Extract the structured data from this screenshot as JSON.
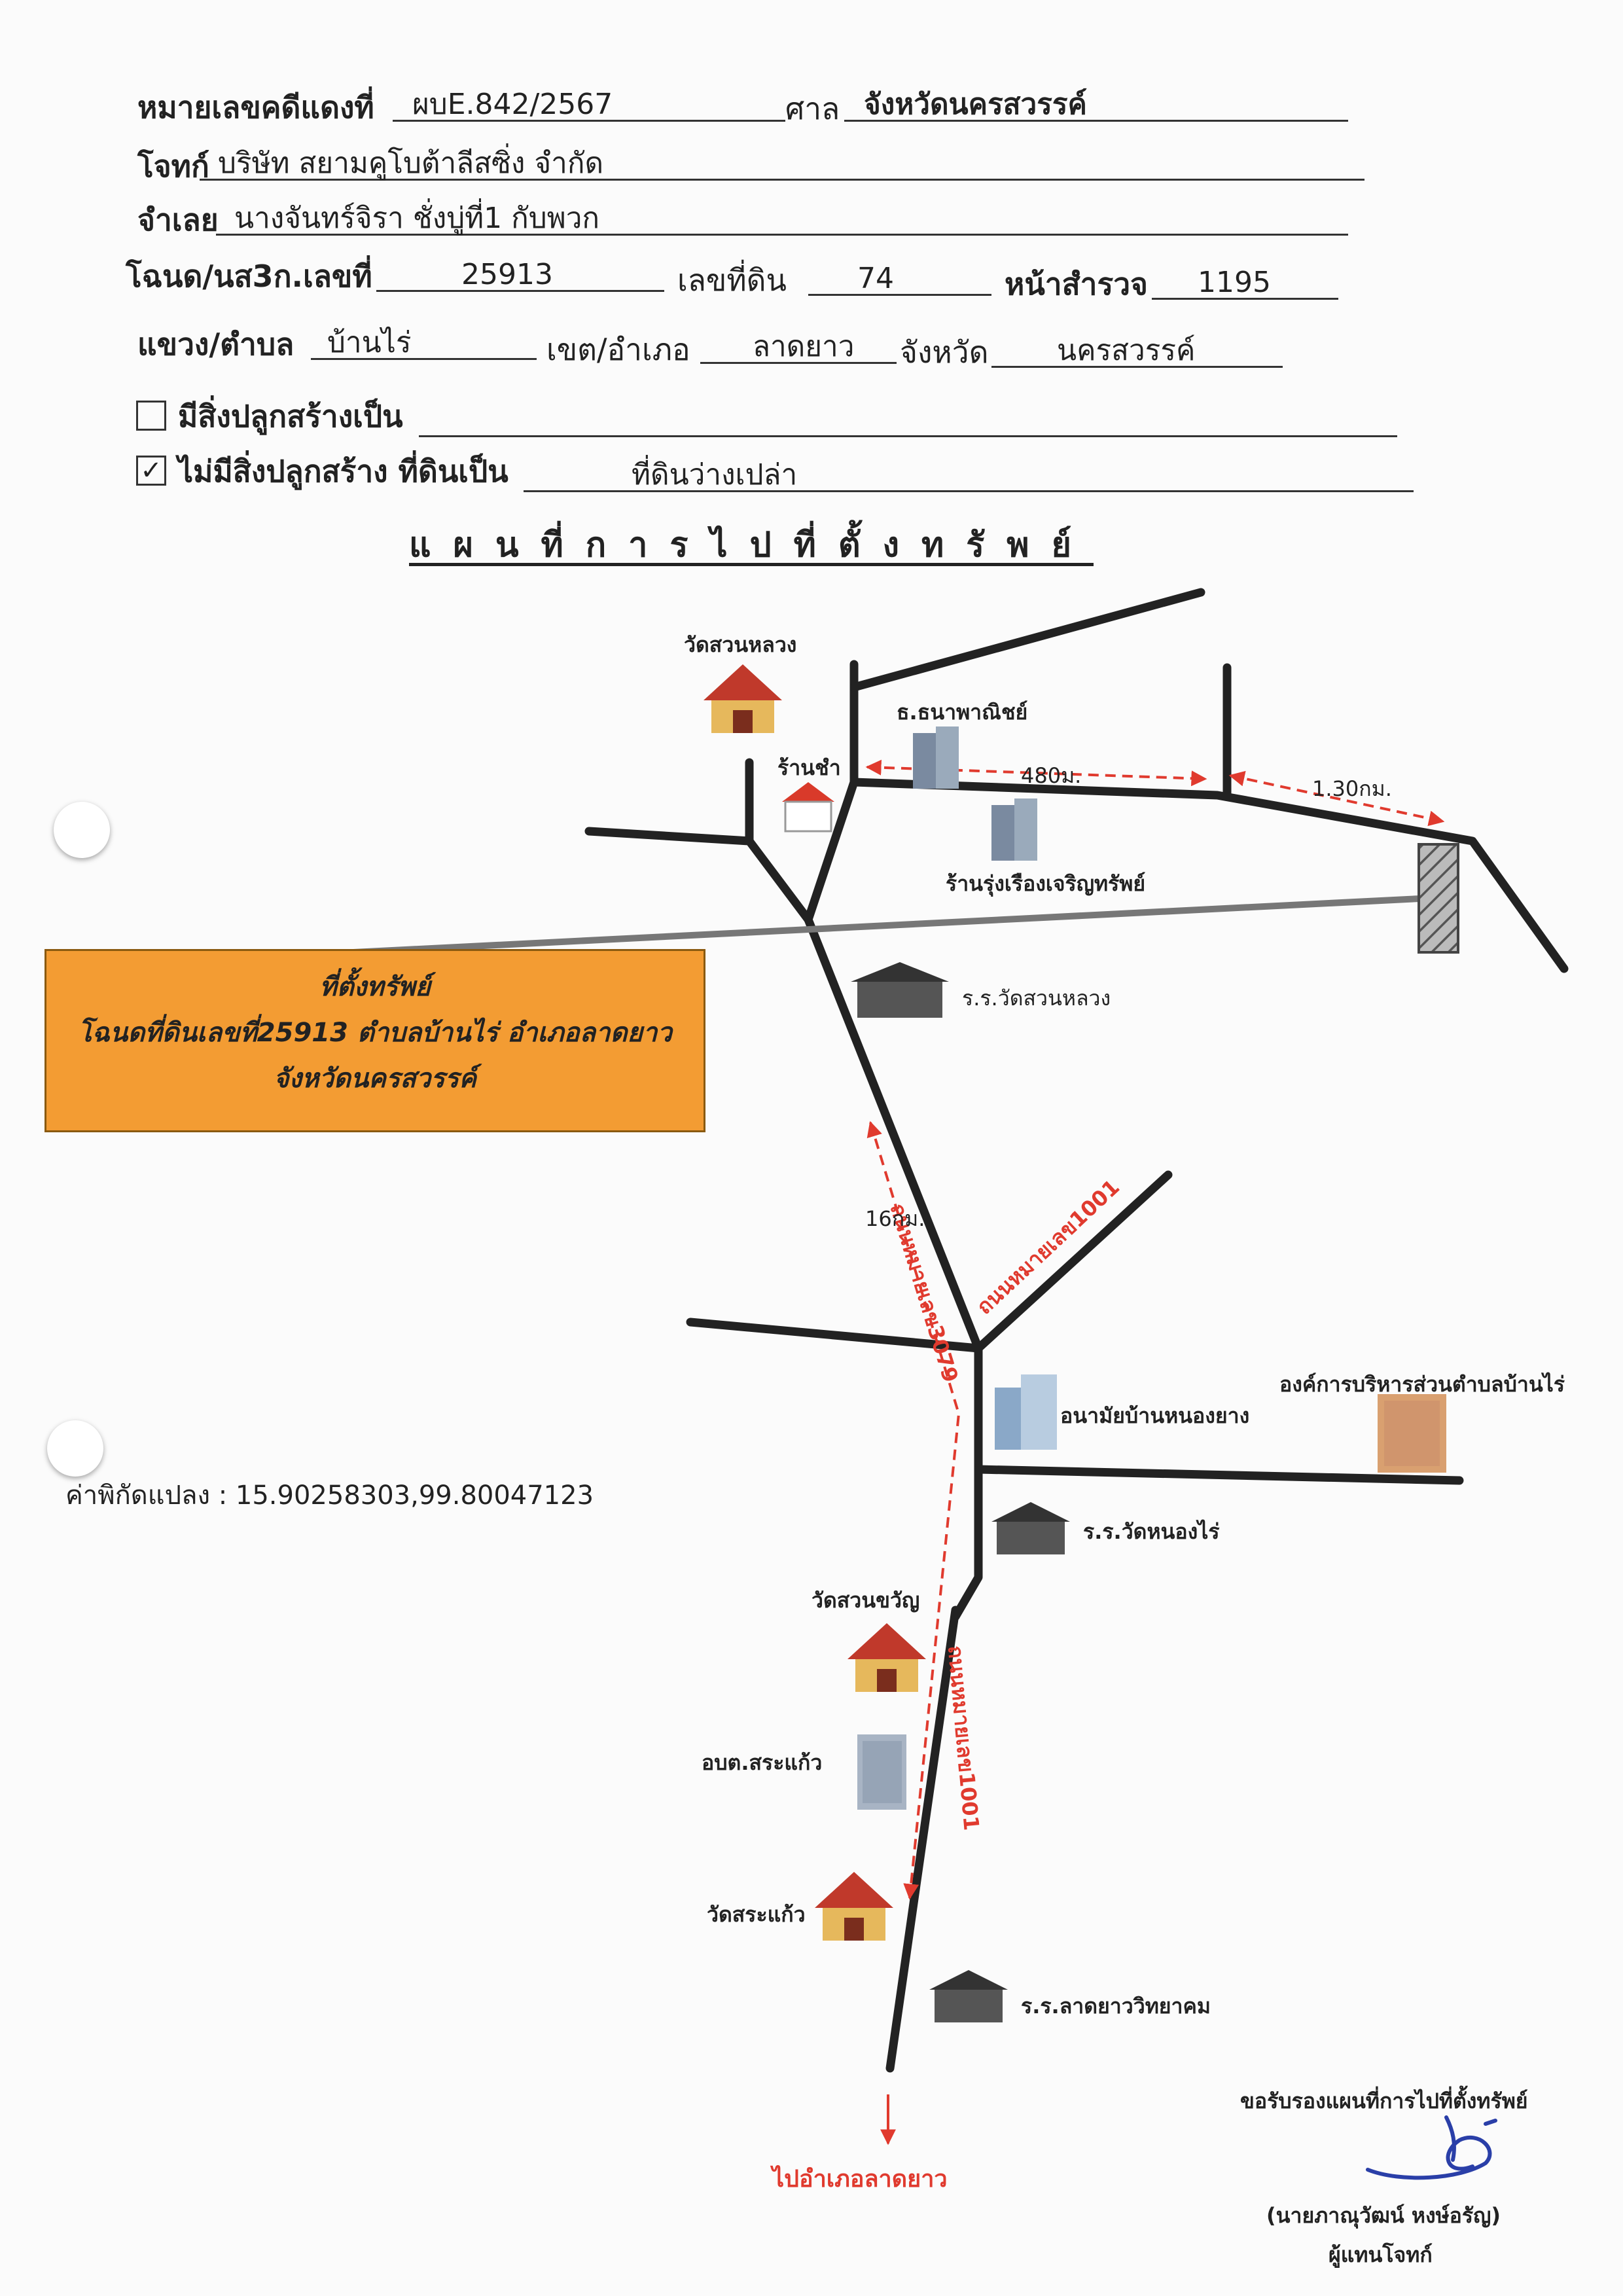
{
  "form": {
    "case_no_label": "หมายเลขคดีแดงที่",
    "case_no_value": "ผบE.842/2567",
    "court_label": "ศาล",
    "court_value": "จังหวัดนครสวรรค์",
    "plaintiff_label": "โจทก์",
    "plaintiff_value": "บริษัท สยามคูโบต้าลีสซิ่ง จำกัด",
    "defendant_label": "จำเลย",
    "defendant_value": "นางจันทร์จิรา ชั่งบู่ที่1 กับพวก",
    "deed_label": "โฉนด/นส3ก.เลขที่",
    "deed_value": "25913",
    "land_no_label": "เลขที่ดิน",
    "land_no_value": "74",
    "survey_label": "หน้าสำรวจ",
    "survey_value": "1195",
    "subdistrict_label": "แขวง/ตำบล",
    "subdistrict_value": "บ้านไร่",
    "district_label": "เขต/อำเภอ",
    "district_value": "ลาดยาว",
    "province_label": "จังหวัด",
    "province_value": "นครสวรรค์",
    "has_building_label": "มีสิ่งปลูกสร้างเป็น",
    "has_building_checked": false,
    "no_building_label": "ไม่มีสิ่งปลูกสร้าง ที่ดินเป็น",
    "no_building_checked": true,
    "land_type_value": "ที่ดินว่างเปล่า"
  },
  "map_title": "แผนที่การไปที่ตั้งทรัพย์",
  "map": {
    "landmarks": {
      "wat_suan_luang": "วัดสวนหลวง",
      "bank": "ธ.ธนาพาณิชย์",
      "shop": "ร้านชำ",
      "rung_rueang": "ร้านรุ่งเรืองเจริญทรัพย์",
      "school_suan_luang": "ร.ร.วัดสวนหลวง",
      "health_center": "อนามัยบ้านหนองยาง",
      "sao_ban_rai": "องค์การบริหารส่วนตำบลบ้านไร่",
      "school_nong_rai": "ร.ร.วัดหนองไร่",
      "wat_suan_khwan": "วัดสวนขวัญ",
      "sao_sa_kaeo": "อบต.สระแก้ว",
      "wat_sa_kaeo": "วัดสระแก้ว",
      "school_lat_yao": "ร.ร.ลาดยาววิทยาคม"
    },
    "distances": {
      "d1": "480ม.",
      "d2": "1.30กม.",
      "d3": "16กม."
    },
    "roads": {
      "road_3079": "ถนนหมายเลข3079",
      "road_1001_upper": "ถนนหมายเลข1001",
      "road_1001_lower": "ถนนหมายเลข1001"
    },
    "direction": "ไปอำเภอลาดยาว",
    "callout": {
      "line1": "ที่ตั้งทรัพย์",
      "line2": "โฉนดที่ดินเลขที่25913 ตำบลบ้านไร่ อำเภอลาดยาว",
      "line3": "จังหวัดนครสวรรค์"
    },
    "coordinates": "ค่าพิกัดแปลง : 15.90258303,99.80047123"
  },
  "certification": {
    "statement": "ขอรับรองแผนที่การไปที่ตั้งทรัพย์",
    "name": "(นายภาณุวัฒน์ หงษ์อรัญ)",
    "role": "ผู้แทนโจทก์"
  },
  "colors": {
    "road": "#222222",
    "route_arrow": "#e03a2e",
    "callout_fill": "#f39c33",
    "signature_ink": "#2a3fa8"
  }
}
